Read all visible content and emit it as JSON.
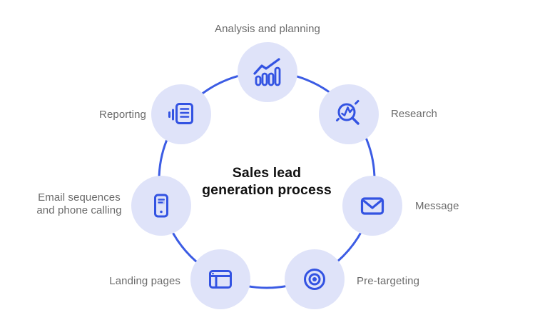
{
  "center": {
    "title_line1": "Sales lead",
    "title_line2": "generation process"
  },
  "nodes": [
    {
      "label": "Analysis and planning",
      "icon": "bar-chart-trend-icon"
    },
    {
      "label": "Research",
      "icon": "magnifier-insights-icon"
    },
    {
      "label": "Message",
      "icon": "envelope-icon"
    },
    {
      "label": "Pre-targeting",
      "icon": "target-bullseye-icon"
    },
    {
      "label": "Landing pages",
      "icon": "browser-window-icon"
    },
    {
      "label": "Email sequences and phone calling",
      "icon": "smartphone-icon"
    },
    {
      "label": "Reporting",
      "icon": "report-document-icon"
    }
  ],
  "colors": {
    "accent_icon_blue": "#3353e2",
    "ring_blue": "#3c5ce4",
    "node_fill": "#dfe3f9",
    "phone_highlight": "#b9c5f4",
    "label_gray": "#6b6b6b",
    "title_black": "#121212",
    "background": "#ffffff"
  }
}
